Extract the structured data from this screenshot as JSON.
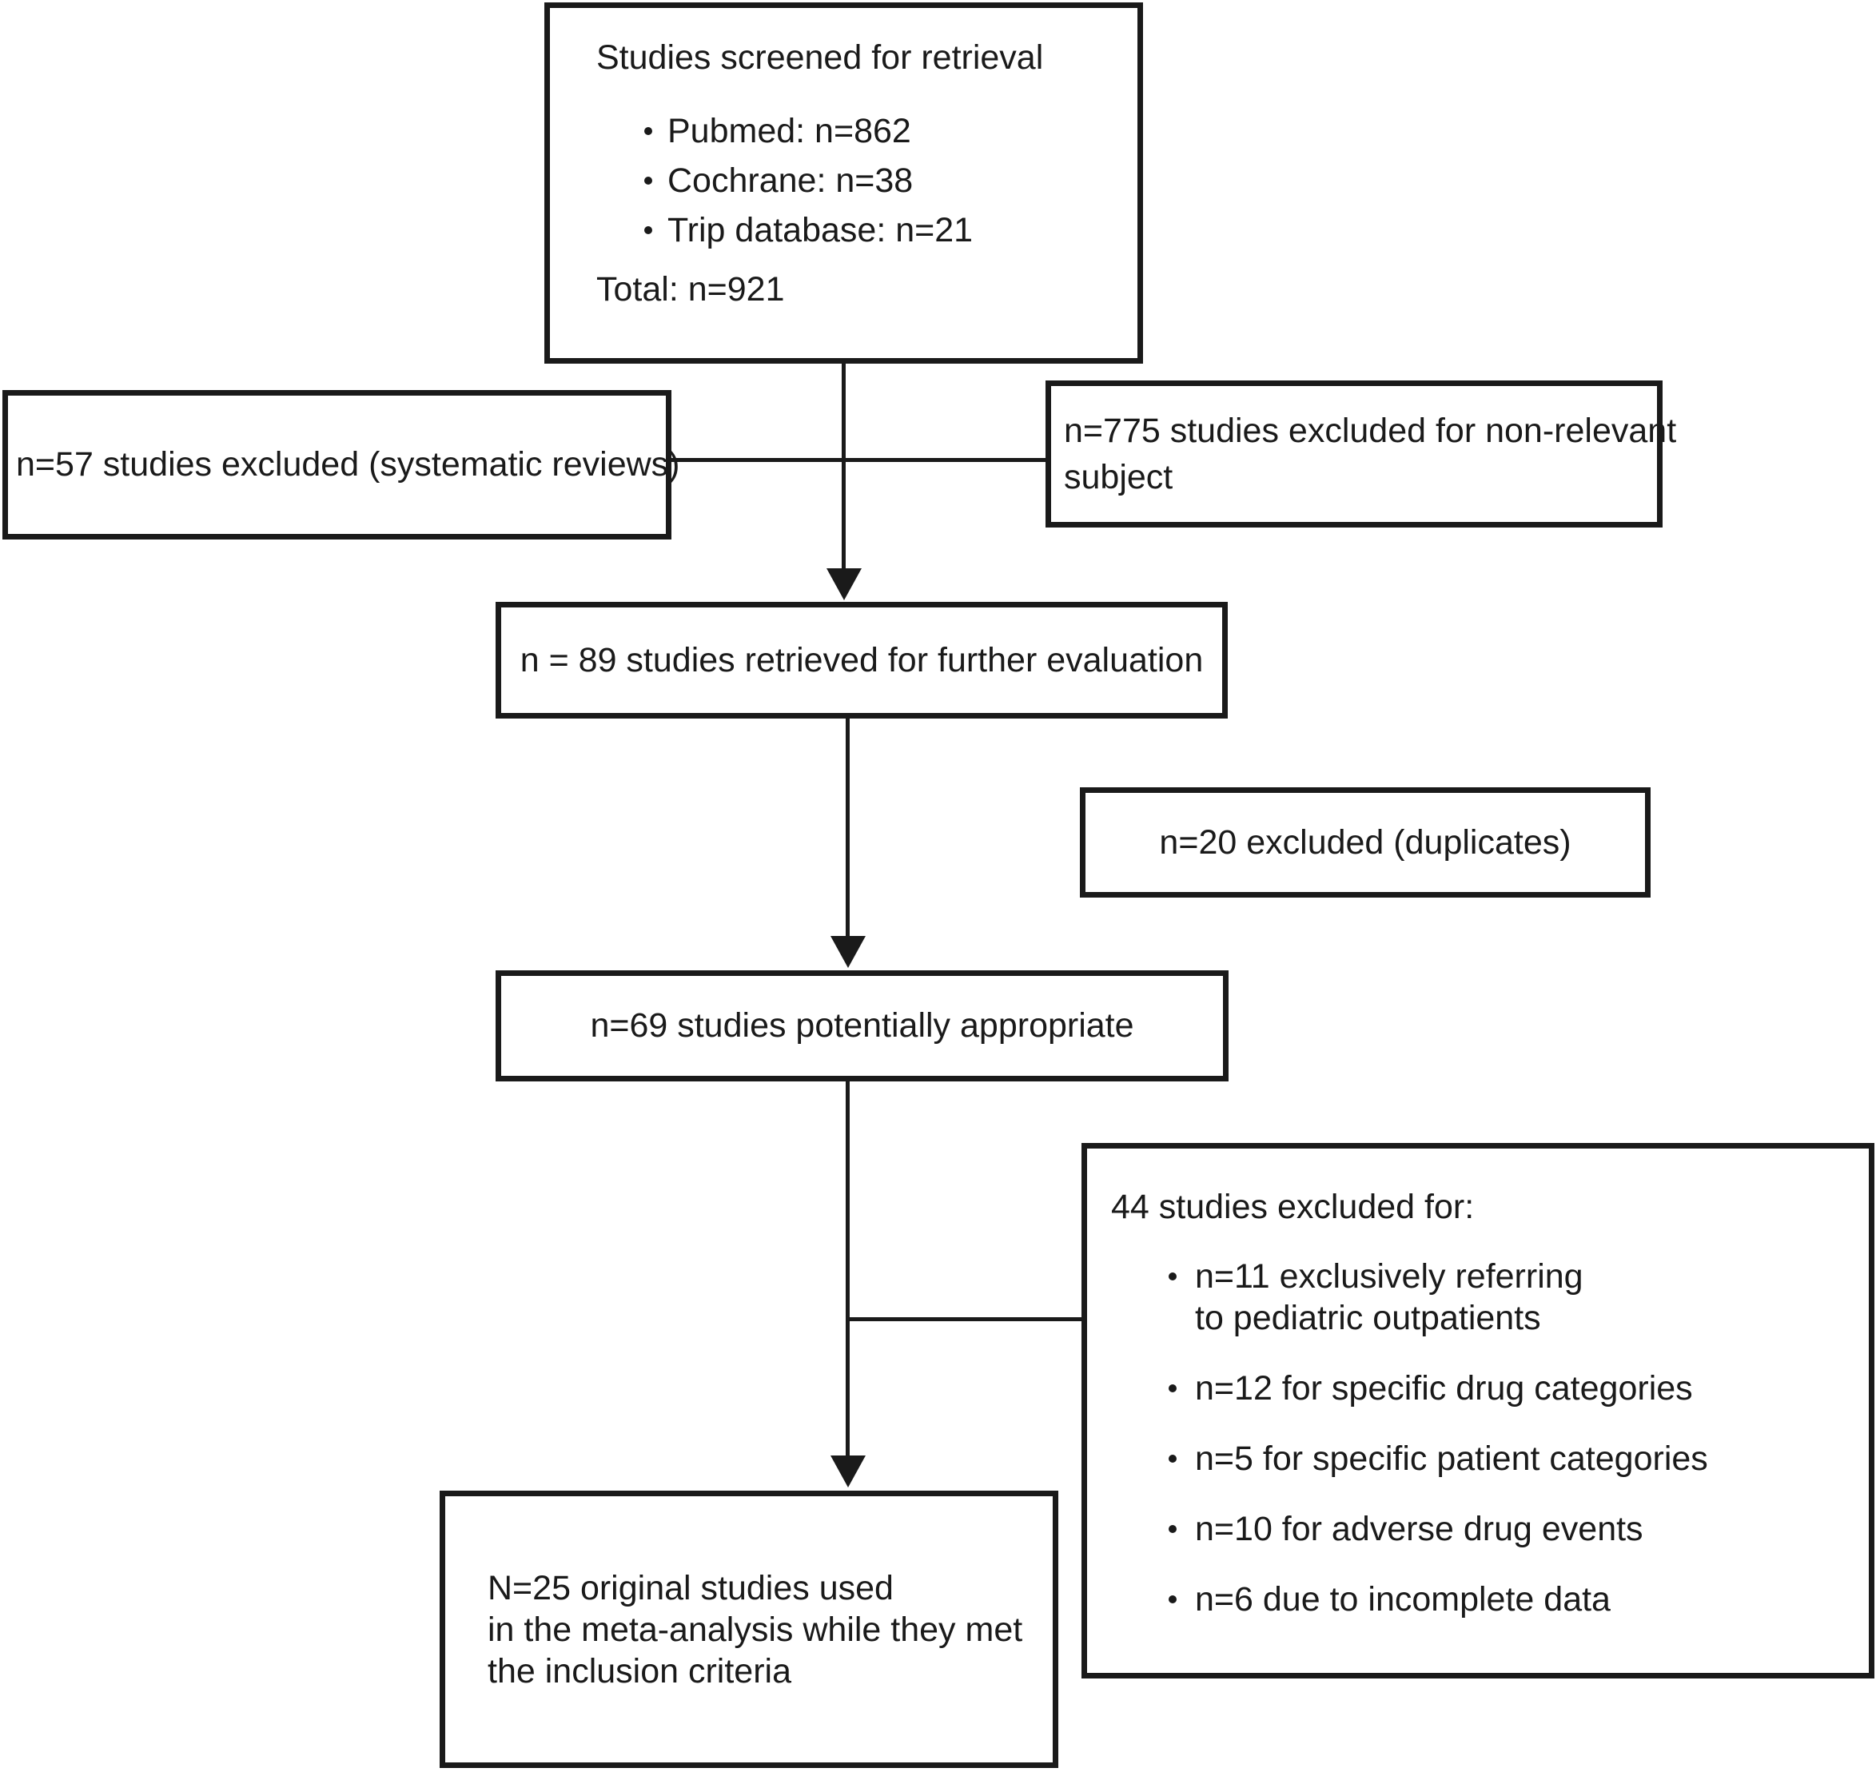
{
  "figure": {
    "type": "flowchart",
    "description": "Study selection flow diagram for a meta-analysis",
    "ink_color": "#1a1a1a",
    "background_color": "#ffffff"
  },
  "boxes": {
    "screened": {
      "title": "Studies screened for retrieval",
      "items": [
        "Pubmed: n=862",
        "Cochrane: n=38",
        "Trip database: n=21"
      ],
      "total": "Total: n=921"
    },
    "excluded_systematic": {
      "text": "n=57 studies excluded (systematic reviews)"
    },
    "excluded_nonrelevant": {
      "lines": [
        "n=775 studies excluded for non-relevant",
        "subject"
      ]
    },
    "retrieved": {
      "text": "n = 89 studies retrieved for further evaluation"
    },
    "excluded_duplicates": {
      "text": "n=20 excluded (duplicates)"
    },
    "potentially_appropriate": {
      "text": "n=69 studies potentially appropriate"
    },
    "excluded_detail": {
      "title": "44 studies excluded for:",
      "items": [
        "n=11 exclusively referring to pediatric outpatients",
        "n=12 for specific drug categories",
        "n=5 for specific patient categories",
        "n=10 for adverse drug events",
        "n=6 due to incomplete data"
      ]
    },
    "included": {
      "lines": [
        "N=25 original studies used",
        "in the meta-analysis while they met",
        "the inclusion criteria"
      ]
    }
  }
}
